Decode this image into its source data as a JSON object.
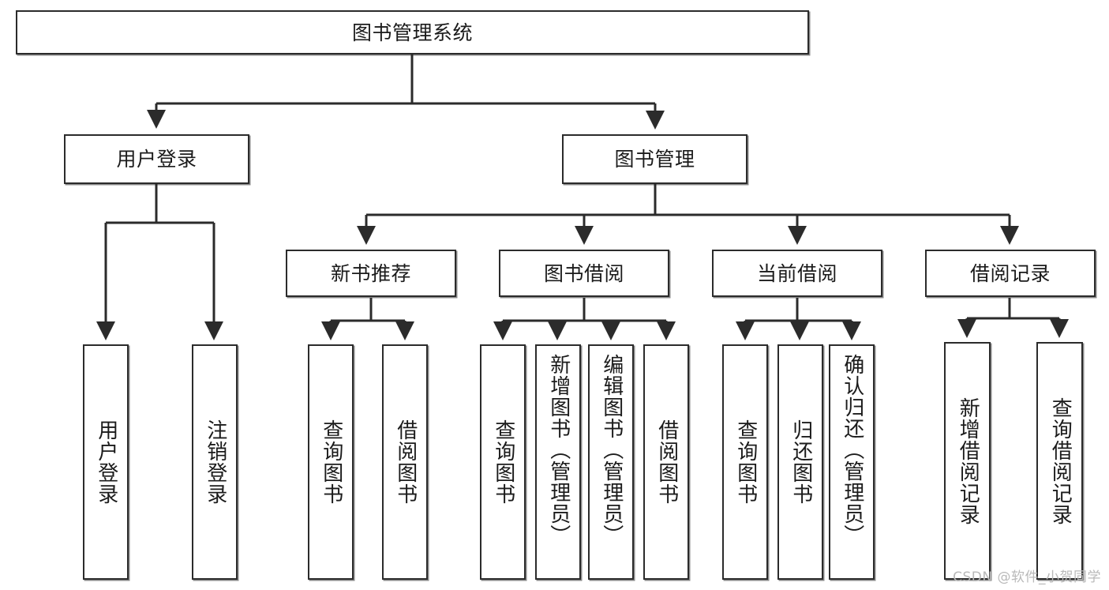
{
  "diagram": {
    "title": "图书管理系统",
    "type": "hierarchy-tree",
    "root": {
      "label": "图书管理系统"
    },
    "level2": [
      {
        "label": "用户登录"
      },
      {
        "label": "图书管理"
      }
    ],
    "level3": [
      {
        "label": "新书推荐"
      },
      {
        "label": "图书借阅"
      },
      {
        "label": "当前借阅"
      },
      {
        "label": "借阅记录"
      }
    ],
    "leaves": {
      "user_login": [
        {
          "label": "用户登录"
        },
        {
          "label": "注销登录"
        }
      ],
      "new_book_recommend": [
        {
          "label": "查询图书"
        },
        {
          "label": "借阅图书"
        }
      ],
      "book_borrow": [
        {
          "label": "查询图书"
        },
        {
          "label": "新增图书（管理员）"
        },
        {
          "label": "编辑图书（管理员）"
        },
        {
          "label": "借阅图书"
        }
      ],
      "current_borrow": [
        {
          "label": "查询图书"
        },
        {
          "label": "归还图书"
        },
        {
          "label": "确认归还（管理员）"
        }
      ],
      "borrow_record": [
        {
          "label": "新增借阅记录"
        },
        {
          "label": "查询借阅记录"
        }
      ]
    }
  },
  "watermark": {
    "text": "CSDN @软件_小贺同学"
  },
  "colors": {
    "stroke": "#2b2b2b",
    "fill": "#ffffff",
    "text": "#1b1b1b",
    "watermark": "#b9b9b9"
  }
}
